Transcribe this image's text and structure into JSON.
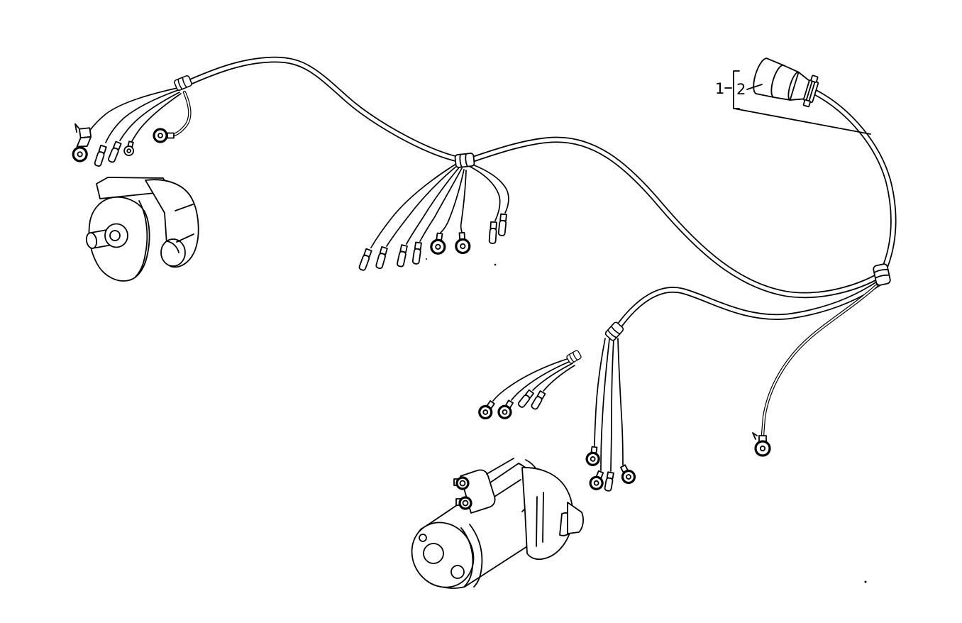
{
  "figure": {
    "type": "engine-wiring-harness-parts-diagram",
    "background_color": "#ffffff",
    "ink_color": "#000000",
    "callouts": {
      "item1": "1",
      "item2": "2"
    }
  }
}
